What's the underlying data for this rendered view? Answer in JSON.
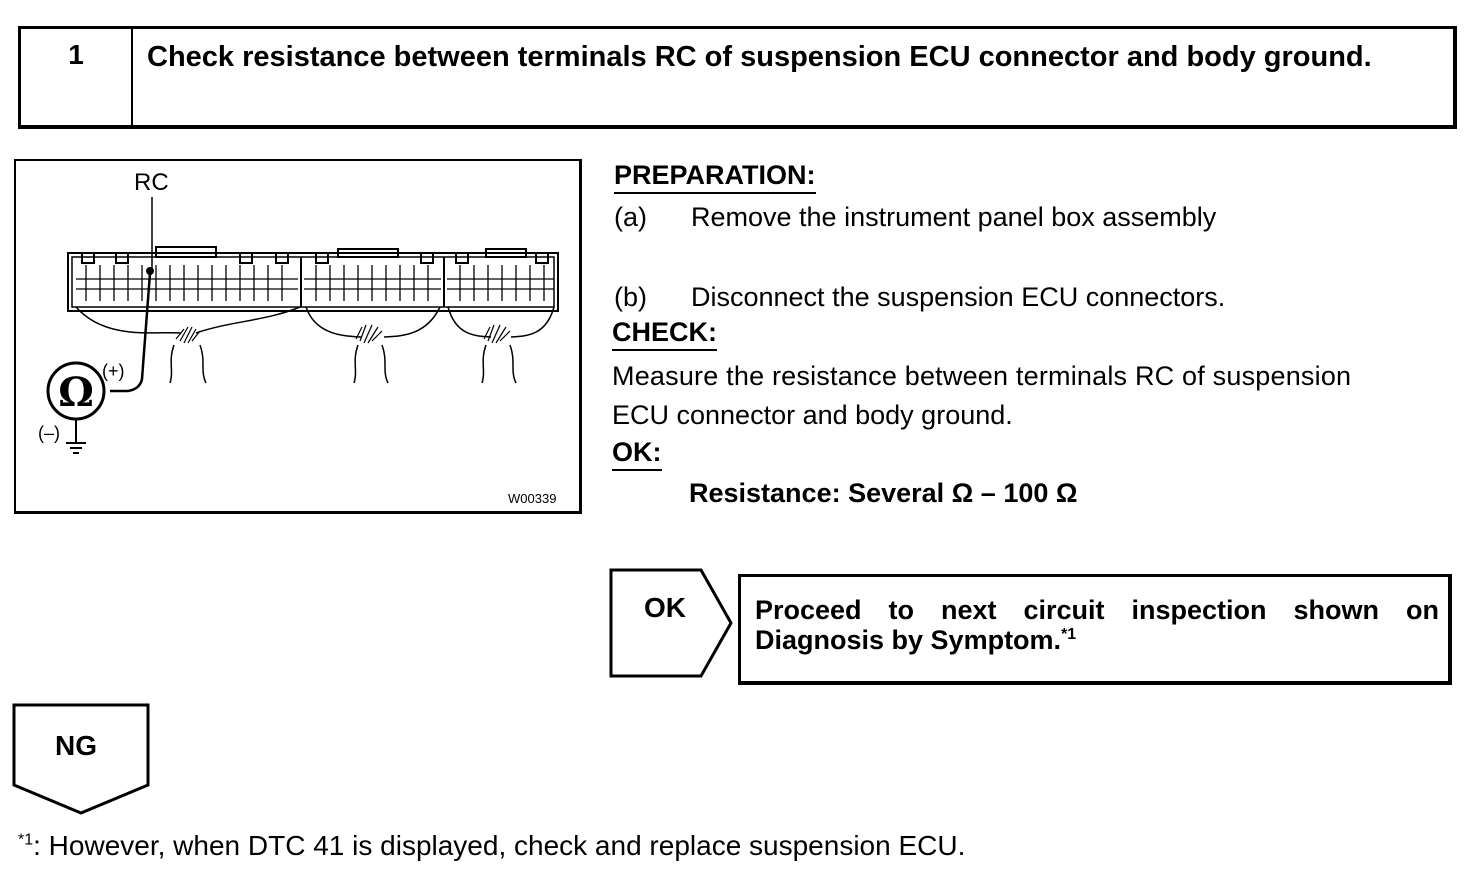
{
  "step": {
    "number": "1",
    "title": "Check resistance between terminals RC of suspension ECU connector and body ground."
  },
  "figure": {
    "terminal_label": "RC",
    "plus_label": "(+)",
    "minus_label": "(–)",
    "figure_code": "W00339",
    "ohmmeter_symbol": "ohm-icon"
  },
  "preparation": {
    "heading": "PREPARATION:",
    "step_a_marker": "(a)",
    "step_a_text": "Remove the instrument panel box assembly",
    "step_b_marker": "(b)",
    "step_b_text": "Disconnect the suspension ECU connectors."
  },
  "check": {
    "heading": "CHECK:",
    "line1": "Measure the resistance between terminals RC of suspension",
    "line2": "ECU connector and body ground."
  },
  "ok_spec": {
    "heading": "OK:",
    "resistance": "Resistance: Several Ω  – 100 Ω"
  },
  "ok_branch": {
    "label": "OK",
    "text": "Proceed to next circuit inspection shown on Diagnosis by Symptom.",
    "footnote_ref": "*1"
  },
  "ng_branch": {
    "label": "NG"
  },
  "footnote": {
    "marker": "*1",
    "text": ": However, when DTC 41 is displayed, check and replace suspension ECU."
  }
}
